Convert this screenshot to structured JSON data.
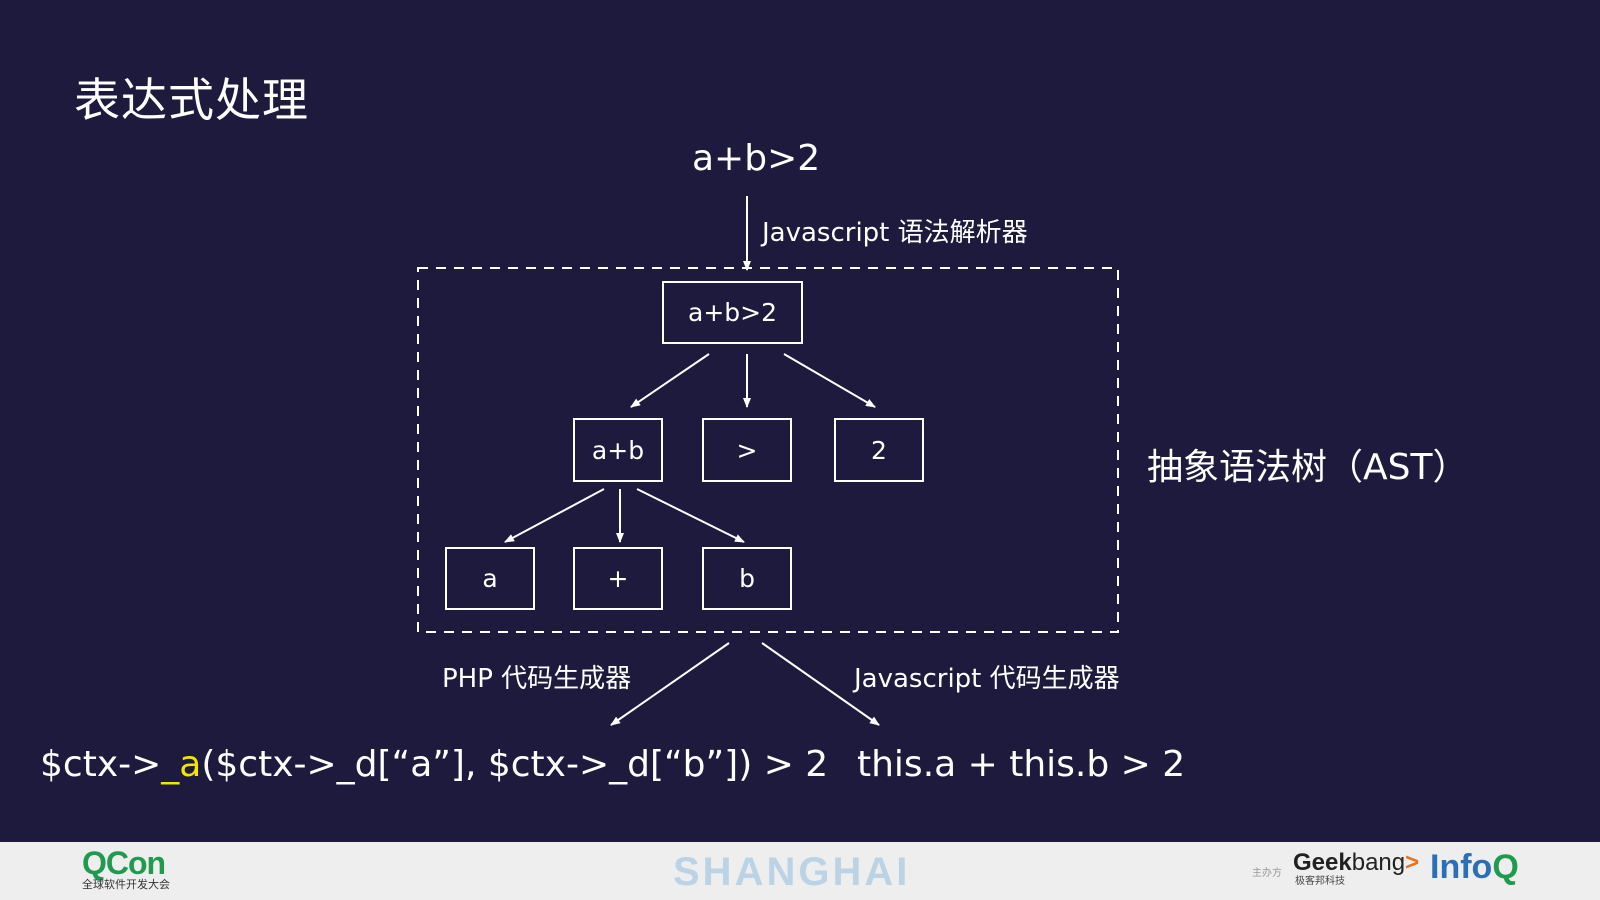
{
  "slide": {
    "title": "表达式处理",
    "input_expression": "a+b>2",
    "parser_label": "Javascript 语法解析器",
    "ast_label": "抽象语法树（AST）",
    "php_generator_label": "PHP 代码生成器",
    "js_generator_label": "Javascript 代码生成器",
    "php_output": {
      "prefix": "$ctx->",
      "highlight": "_a",
      "suffix": "($ctx->_d[“a”], $ctx->_d[“b”]) > 2",
      "highlight_color": "#f2e500"
    },
    "js_output": "this.a + this.b > 2"
  },
  "ast": {
    "root": "a+b>2",
    "level1": [
      "a+b",
      ">",
      "2"
    ],
    "level2": [
      "a",
      "+",
      "b"
    ]
  },
  "footer": {
    "qcon": "QCon",
    "qcon_sub": "全球软件开发大会",
    "city": "SHANGHAI",
    "organizer_label": "主办方",
    "geek_part1": "Geek",
    "geek_part2": "bang",
    "geek_arrow": ">",
    "geek_sub": "极客邦科技",
    "infoq_part1": "Info",
    "infoq_part2": "Q"
  },
  "colors": {
    "background": "#1e1a3e",
    "foreground": "#ffffff",
    "footer_bg": "#eeeeee",
    "qcon_green": "#1f9a4e",
    "infoq_blue": "#2b6fb6",
    "city_blue": "#bcd3e6"
  }
}
